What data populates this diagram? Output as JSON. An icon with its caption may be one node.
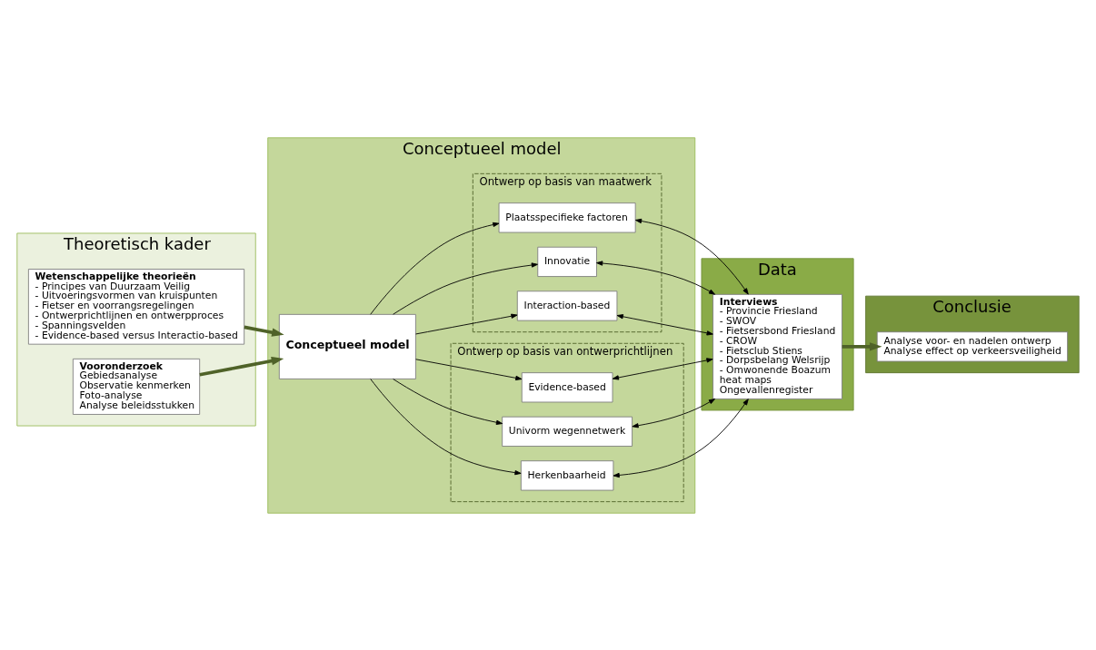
{
  "diagram": {
    "nodes": [
      {
        "text": [
          "Theoretisch kader"
        ]
      },
      {
        "text": [
          "Wetenschappelijke theorieën",
          "- Principes van Duurzaam Veilig",
          "- Uitvoeringsvormen van kruispunten",
          "- Fietser en voorrangsregelingen",
          "- Ontwerprichtlijnen en ontwerpproces",
          "- Spanningsvelden",
          "- Evidence-based versus Interactio-based"
        ],
        "in": 0
      },
      {
        "text": [
          "Vooronderzoek",
          "Gebiedsanalyse",
          "Observatie kenmerken",
          "Foto-analyse",
          "Analyse beleidsstukken"
        ],
        "in": 0
      },
      {
        "text": [
          "Conceptueel model"
        ]
      },
      {
        "text": [
          "Ontwerp op basis van ontwerprichtlijnen"
        ],
        "in": 3
      },
      {
        "text": [
          "Evidence-based"
        ],
        "in": 4
      },
      {
        "text": [
          "Univorm wegennetwerk"
        ],
        "in": 4
      },
      {
        "text": [
          "Herkenbaarheid"
        ],
        "in": 4
      },
      {
        "text": [
          "Conceptueel model"
        ],
        "in": 3
      },
      {
        "text": [
          "Ontwerp op basis van maatwerk"
        ],
        "in": 3
      },
      {
        "text": [
          "Plaatsspecifieke factoren"
        ],
        "in": 9
      },
      {
        "text": [
          "Innovatie"
        ],
        "in": 9
      },
      {
        "text": [
          "Interaction-based"
        ],
        "in": 9
      },
      {
        "text": [
          "Data"
        ]
      },
      {
        "text": [
          "Interviews",
          "- Provincie Friesland",
          "- SWOV",
          "- Fietsersbond Friesland",
          "- CROW",
          "- Fietsclub Stiens",
          "- Dorpsbelang Welsrijp",
          "- Omwonende Boazum",
          "heat maps",
          "Ongevallenregister"
        ],
        "in": 13
      },
      {
        "text": [
          "Conclusie"
        ]
      },
      {
        "text": [
          "Analyse voor- en nadelen ontwerp",
          "Analyse effect op verkeersveiligheid"
        ],
        "in": 15
      }
    ],
    "edges": [
      {
        "from": 1,
        "to": 8,
        "arrow": "to",
        "style": "thick",
        "color": "#4f6228"
      },
      {
        "from": 2,
        "to": 8,
        "arrow": "to",
        "style": "thick",
        "color": "#4f6228"
      },
      {
        "from": 8,
        "to": 5,
        "arrow": "to"
      },
      {
        "from": 8,
        "to": 6,
        "arrow": "to"
      },
      {
        "from": 8,
        "to": 7,
        "arrow": "to"
      },
      {
        "from": 8,
        "to": 10,
        "arrow": "to"
      },
      {
        "from": 8,
        "to": 11,
        "arrow": "to"
      },
      {
        "from": 8,
        "to": 12,
        "arrow": "to"
      },
      {
        "from": 5,
        "to": 14,
        "arrow": "both"
      },
      {
        "from": 6,
        "to": 14,
        "arrow": "both"
      },
      {
        "from": 7,
        "to": 14,
        "arrow": "both"
      },
      {
        "from": 10,
        "to": 14,
        "arrow": "both"
      },
      {
        "from": 11,
        "to": 14,
        "arrow": "both"
      },
      {
        "from": 12,
        "to": 14,
        "arrow": "both"
      },
      {
        "from": 14,
        "to": 16,
        "arrow": "to",
        "style": "thick",
        "color": "#4f6228"
      }
    ]
  }
}
